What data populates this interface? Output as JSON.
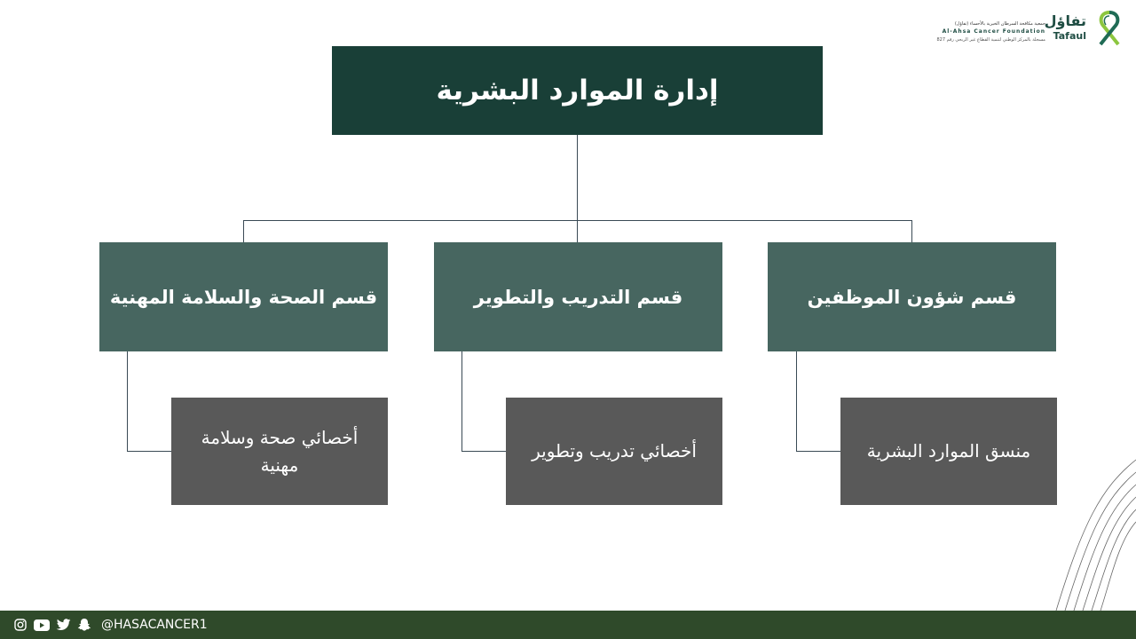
{
  "logo": {
    "name_ar": "تفاؤل",
    "association_ar": "جمعية مكافحة السرطان الخيرية بالأحساء (تفاؤل)",
    "name_en_full": "Al-Ahsa Cancer Foundation",
    "name_en": "Tafaul",
    "registration_ar": "مسجلة بالمركز الوطني لتنمية القطاع غير الربحي رقم 827"
  },
  "chart": {
    "root": "إدارة الموارد البشرية",
    "departments": [
      "قسم شؤون الموظفين",
      "قسم التدريب والتطوير",
      "قسم الصحة والسلامة المهنية"
    ],
    "roles": [
      "منسق الموارد البشرية",
      "أخصائي تدريب وتطوير",
      "أخصائي صحة وسلامة مهنية"
    ]
  },
  "colors": {
    "root_bg": "#193f37",
    "department_bg": "#476660",
    "role_bg": "#595959",
    "footer_bg": "#2f4a2a"
  },
  "footer": {
    "icons": [
      "instagram-icon",
      "youtube-icon",
      "twitter-icon",
      "snapchat-icon"
    ],
    "handle": "@HASACANCER1"
  }
}
